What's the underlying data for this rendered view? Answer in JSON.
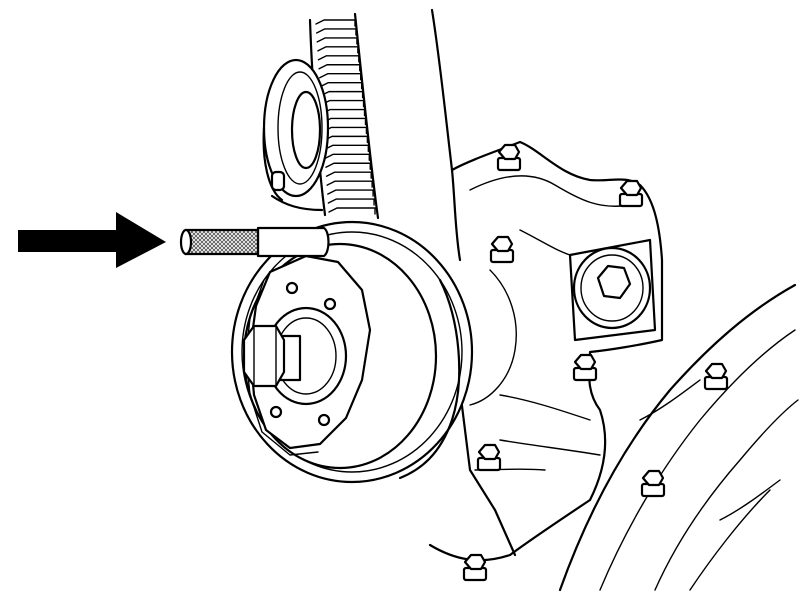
{
  "figure": {
    "colors": {
      "line": "#000000",
      "background": "#ffffff",
      "knurl": "#555555"
    },
    "parts": [
      "arrow",
      "locking-pin",
      "timing-belt",
      "idler-pulley",
      "crankshaft-pulley",
      "crankshaft-sprocket-hub",
      "crankshaft-bolt",
      "engine-block",
      "housing-bolt",
      "plug",
      "side-casting"
    ]
  }
}
